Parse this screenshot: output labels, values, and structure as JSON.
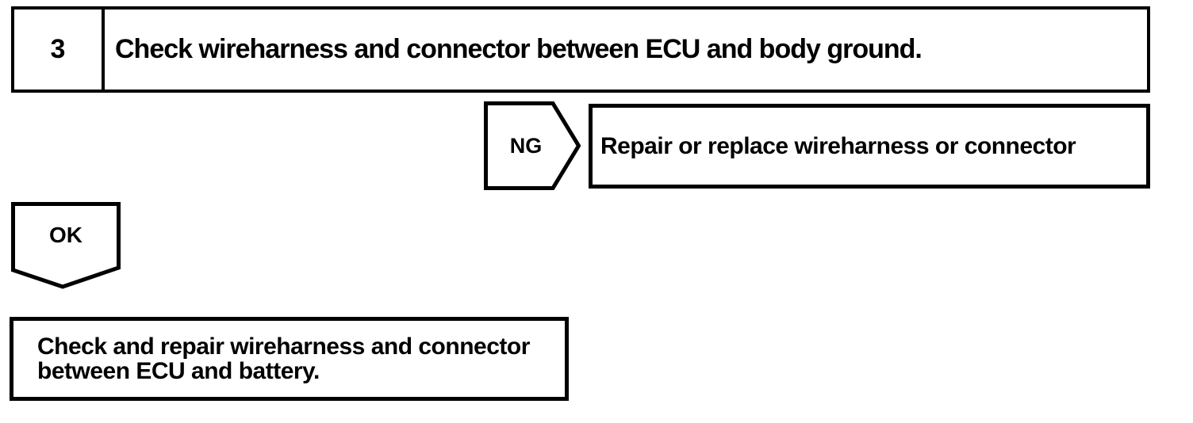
{
  "flowchart": {
    "step": {
      "number": "3",
      "instruction": "Check wireharness and connector between ECU and body ground."
    },
    "ng_branch": {
      "label": "NG",
      "action": "Repair or replace wireharness or connector"
    },
    "ok_branch": {
      "label": "OK",
      "action": "Check and repair wireharness and connector\nbetween ECU and battery."
    },
    "colors": {
      "ink": "#000000",
      "paper": "#ffffff"
    }
  }
}
